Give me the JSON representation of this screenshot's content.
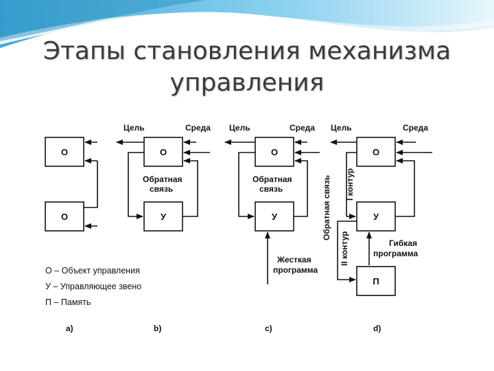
{
  "slide": {
    "title_line1": "Этапы становления механизма",
    "title_line2": "управления"
  },
  "diagram": {
    "goal": "Цель",
    "environment": "Среда",
    "object": "О",
    "control": "У",
    "memory": "П",
    "feedback_line1": "Обратная",
    "feedback_line2": "связь",
    "feedback_vertical": "Обратная связь",
    "loop1": "I контур",
    "loop2": "II контур",
    "rigid_line1": "Жесткая",
    "rigid_line2": "программа",
    "flexible_line1": "Гибкая",
    "flexible_line2": "программа",
    "panels": [
      "a)",
      "b)",
      "c)",
      "d)"
    ],
    "legend": [
      "О – Объект управления",
      "У – Управляющее звено",
      "П – Память"
    ]
  },
  "colors": {
    "title": "#3a3a3a",
    "accent_wave": "#5bbce4",
    "lines": "#111111"
  }
}
